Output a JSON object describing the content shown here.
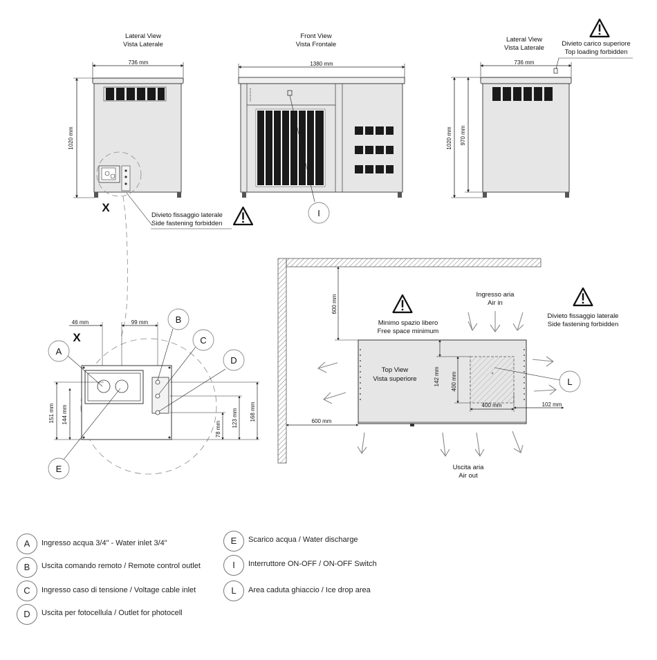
{
  "views": {
    "lateral_left": {
      "title_en": "Lateral View",
      "title_it": "Vista Laterale",
      "width": "736 mm",
      "height": "1020 mm",
      "x_mark": "X"
    },
    "front": {
      "title_en": "Front View",
      "title_it": "Vista Frontale",
      "width": "1380 mm",
      "switch_callout": "I"
    },
    "lateral_right": {
      "title_en": "Lateral View",
      "title_it": "Vista Laterale",
      "width": "736 mm",
      "height_outer": "1020 mm",
      "height_inner": "970 mm"
    },
    "top_loading_warning": {
      "it": "Divieto carico superiore",
      "en": "Top loading forbidden"
    },
    "side_fastening_warning": {
      "it": "Divieto fissaggio laterale",
      "en": "Side fastening forbidden"
    }
  },
  "detail": {
    "x_mark": "X",
    "dim_46": "46  mm",
    "dim_99": "99  mm",
    "dim_151": "151  mm",
    "dim_144": "144  mm",
    "dim_123": "123  mm",
    "dim_168": "168  mm",
    "dim_78": "78  mm",
    "callouts": [
      "A",
      "B",
      "C",
      "D",
      "E"
    ]
  },
  "top_view": {
    "title_en": "Top View",
    "title_it": "Vista superiore",
    "min_space_it": "Minimo spazio libero",
    "min_space_en": "Free space minimum",
    "air_in_it": "Ingresso aria",
    "air_in_en": "Air in",
    "air_out_it": "Uscita aria",
    "air_out_en": "Air out",
    "side_fastening_it": "Divieto fissaggio laterale",
    "side_fastening_en": "Side fastening forbidden",
    "dim_600_top": "600  mm",
    "dim_600_left": "600  mm",
    "dim_142": "142  mm",
    "dim_400_v": "400  mm",
    "dim_400_h": "400 mm",
    "dim_102": "102  mm",
    "callout_L": "L"
  },
  "legend": [
    {
      "key": "A",
      "text": "Ingresso acqua 3/4\" - Water inlet 3/4\""
    },
    {
      "key": "B",
      "text": "Uscita comando remoto / Remote control outlet"
    },
    {
      "key": "C",
      "text": "Ingresso caso di tensione  / Voltage  cable inlet"
    },
    {
      "key": "D",
      "text": "Uscita per fotocellula  / Outlet for photocell"
    },
    {
      "key": "E",
      "text": "Scarico acqua  / Water discharge"
    },
    {
      "key": "I",
      "text": "Interruttore ON-OFF / ON-OFF Switch"
    },
    {
      "key": "L",
      "text": "Area caduta ghiaccio / Ice drop area"
    }
  ]
}
